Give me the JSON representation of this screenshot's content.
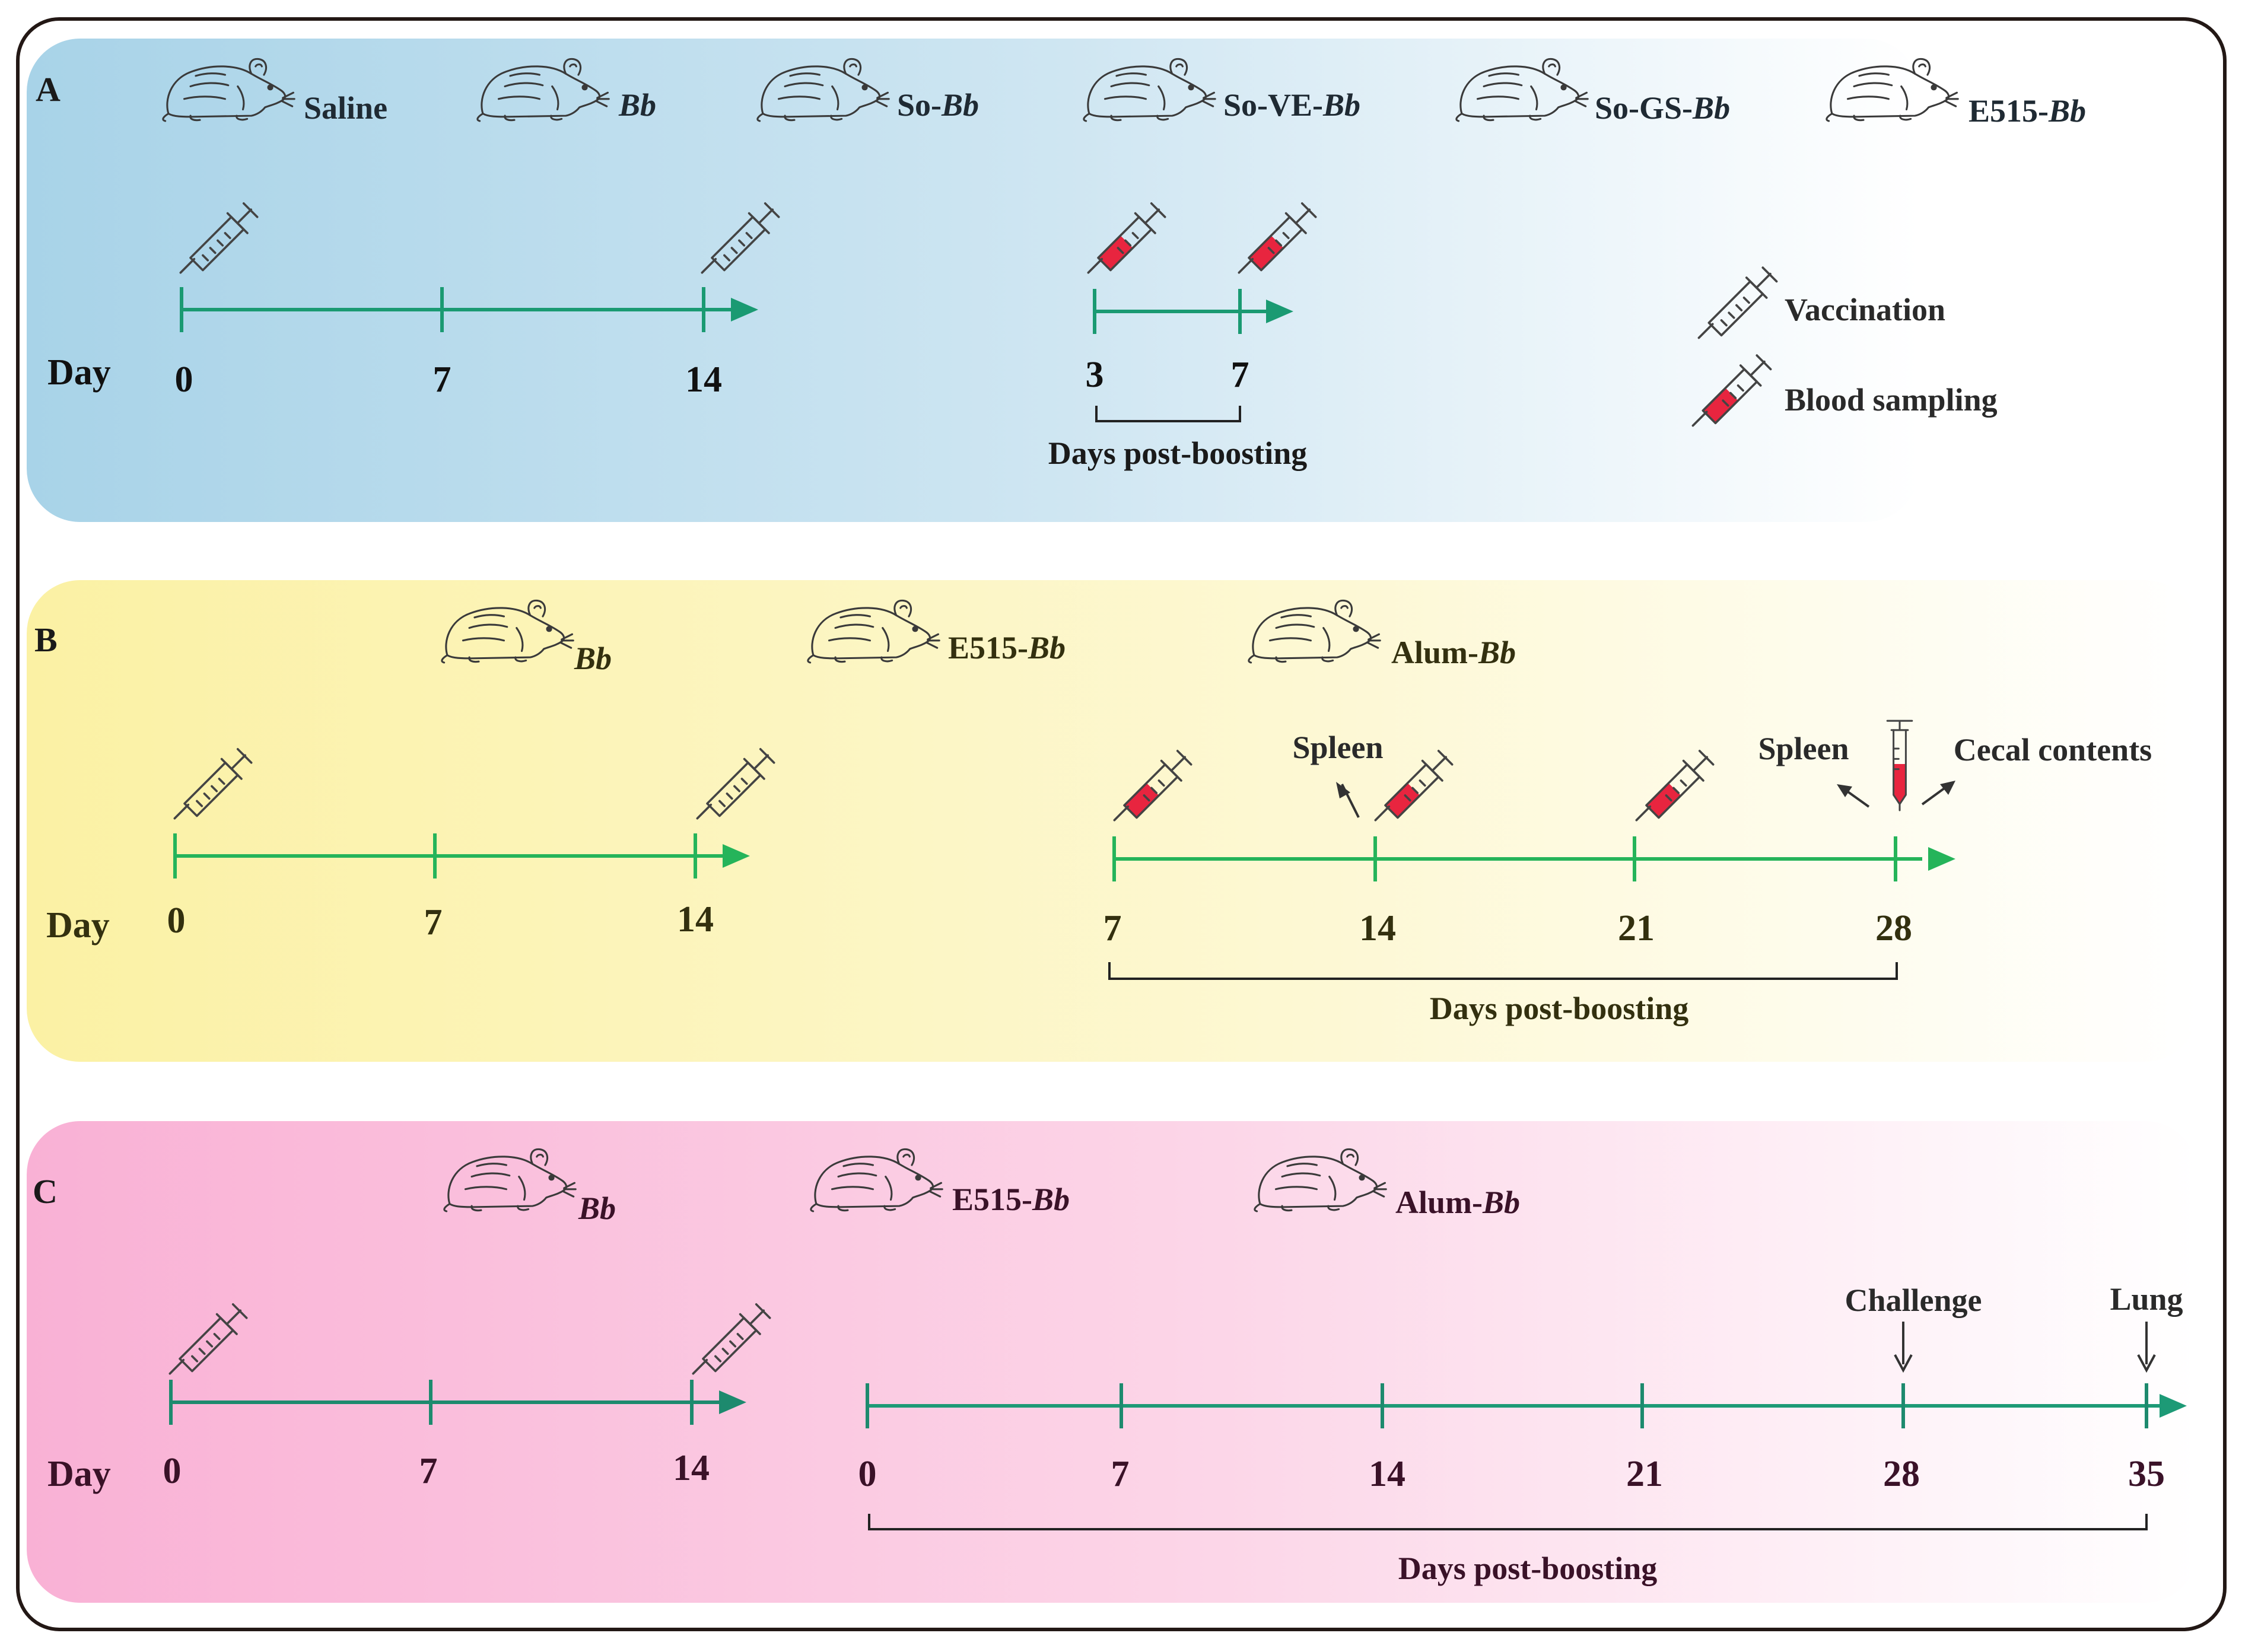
{
  "colors": {
    "frame": "#231815",
    "panel_a": "#a8d3e8",
    "panel_b": "#fbf1a4",
    "panel_c": "#f9b1d5",
    "timeline_a": "#1a9a72",
    "timeline_b": "#25b45a",
    "timeline_c": "#1d8a6e",
    "blood": "#e8253f"
  },
  "icon_names": [
    "mouse-icon",
    "syringe-vaccination-icon",
    "syringe-blood-icon",
    "blood-tube-icon",
    "arrow-icon"
  ],
  "panel_a": {
    "letter": "A",
    "groups": [
      {
        "plain": "Saline",
        "italic": ""
      },
      {
        "plain": "",
        "italic": "Bb"
      },
      {
        "plain": "So-",
        "italic": "Bb"
      },
      {
        "plain": "So-VE-",
        "italic": "Bb"
      },
      {
        "plain": "So-GS-",
        "italic": "Bb"
      },
      {
        "plain": "E515-",
        "italic": "Bb"
      }
    ],
    "day_label": "Day",
    "immunization_days": [
      "0",
      "7",
      "14"
    ],
    "post_boost_days": [
      "3",
      "7"
    ],
    "post_boost_label": "Days post-boosting",
    "legend": {
      "vaccination": "Vaccination",
      "blood_sampling": "Blood sampling"
    }
  },
  "panel_b": {
    "letter": "B",
    "groups": [
      {
        "plain": "",
        "italic": "Bb"
      },
      {
        "plain": "E515-",
        "italic": "Bb"
      },
      {
        "plain": "Alum-",
        "italic": "Bb"
      }
    ],
    "day_label": "Day",
    "immunization_days": [
      "0",
      "7",
      "14"
    ],
    "post_boost_days": [
      "7",
      "14",
      "21",
      "28"
    ],
    "post_boost_label": "Days post-boosting",
    "annotations": {
      "spleen_day14": "Spleen",
      "spleen_day28": "Spleen",
      "cecal": "Cecal contents"
    }
  },
  "panel_c": {
    "letter": "C",
    "groups": [
      {
        "plain": "",
        "italic": "Bb"
      },
      {
        "plain": "E515-",
        "italic": "Bb"
      },
      {
        "plain": "Alum-",
        "italic": "Bb"
      }
    ],
    "day_label": "Day",
    "immunization_days": [
      "0",
      "7",
      "14"
    ],
    "post_boost_days": [
      "0",
      "7",
      "14",
      "21",
      "28",
      "35"
    ],
    "post_boost_label": "Days post-boosting",
    "annotations": {
      "challenge": "Challenge",
      "lung": "Lung"
    }
  }
}
